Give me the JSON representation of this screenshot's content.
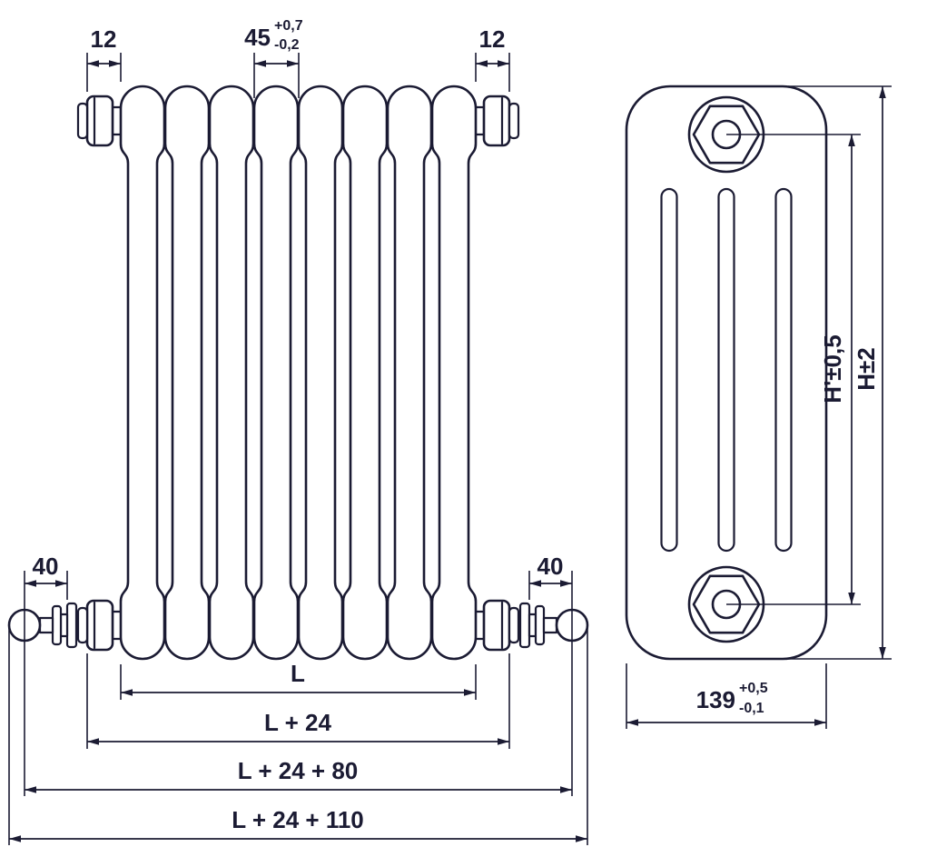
{
  "colors": {
    "line": "#1b1b33",
    "background": "#ffffff"
  },
  "front_view": {
    "sections": 8,
    "dims": {
      "plug_left": "12",
      "plug_right": "12",
      "pitch": "45",
      "pitch_tol_plus": "+0,7",
      "pitch_tol_minus": "-0,2",
      "valve_left": "40",
      "valve_right": "40",
      "length": "L",
      "length_with_plugs": "L + 24",
      "length_with_valves": "L + 24 + 80",
      "length_overall": "L + 24 + 110"
    }
  },
  "side_view": {
    "slots": 3,
    "dims": {
      "axis_height": "H'±0,5",
      "overall_height": "H±2",
      "depth": "139",
      "depth_tol_plus": "+0,5",
      "depth_tol_minus": "-0,1"
    }
  }
}
